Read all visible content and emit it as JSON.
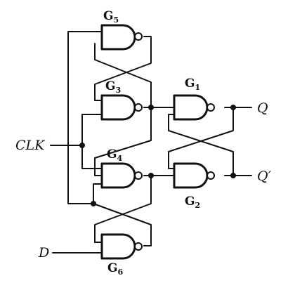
{
  "gates": {
    "g1": {
      "letter": "G",
      "index": "1"
    },
    "g2": {
      "letter": "G",
      "index": "2"
    },
    "g3": {
      "letter": "G",
      "index": "3"
    },
    "g4": {
      "letter": "G",
      "index": "4"
    },
    "g5": {
      "letter": "G",
      "index": "5"
    },
    "g6": {
      "letter": "G",
      "index": "6"
    }
  },
  "signals": {
    "clk": "CLK",
    "d": "D",
    "q": "Q",
    "q_bar": "Q′"
  },
  "gate_type": "nand-icon"
}
